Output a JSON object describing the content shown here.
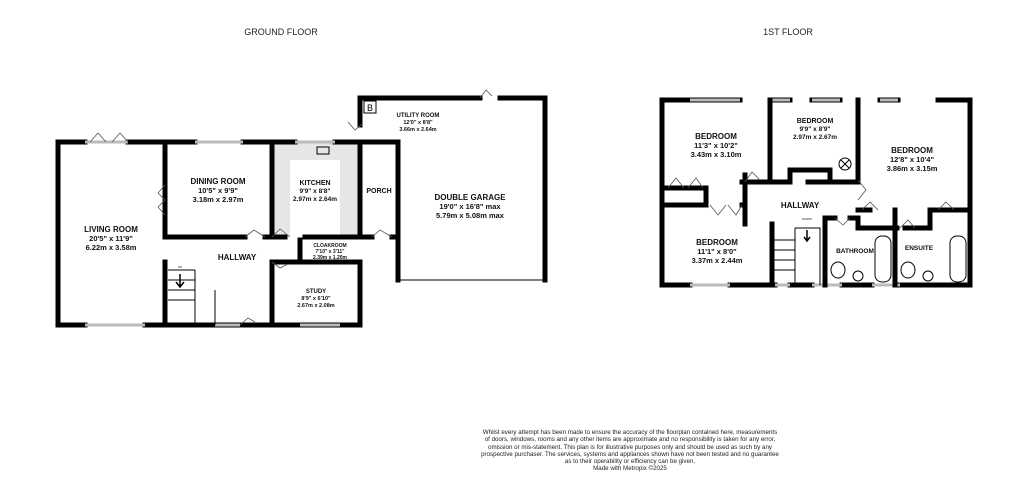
{
  "floors": {
    "ground": {
      "title": "GROUND FLOOR",
      "rooms": [
        {
          "name": "LIVING ROOM",
          "imperial": "20'5\" x 11'9\"",
          "metric": "6.22m x 3.58m"
        },
        {
          "name": "DINING ROOM",
          "imperial": "10'5\" x 9'9\"",
          "metric": "3.18m x 2.97m"
        },
        {
          "name": "KITCHEN",
          "imperial": "9'9\" x 8'8\"",
          "metric": "2.97m x 2.64m"
        },
        {
          "name": "UTILITY ROOM",
          "imperial": "12'0\" x 8'8\"",
          "metric": "3.66m x 2.64m"
        },
        {
          "name": "PORCH"
        },
        {
          "name": "DOUBLE GARAGE",
          "imperial": "19'0\" x 16'8\" max",
          "metric": "5.79m x 5.08m max"
        },
        {
          "name": "HALLWAY"
        },
        {
          "name": "CLOAKROOM",
          "imperial": "7'10\" x 3'11\"",
          "metric": "2.39m x 1.20m"
        },
        {
          "name": "STUDY",
          "imperial": "8'9\" x 6'10\"",
          "metric": "2.67m x 2.08m"
        }
      ],
      "stairs_label": "UP",
      "boiler_label": "B"
    },
    "first": {
      "title": "1ST FLOOR",
      "rooms": [
        {
          "name": "BEDROOM",
          "imperial": "11'3\" x 10'2\"",
          "metric": "3.43m x 3.10m"
        },
        {
          "name": "BEDROOM",
          "imperial": "9'9\" x 8'9\"",
          "metric": "2.97m x 2.67m"
        },
        {
          "name": "BEDROOM",
          "imperial": "12'8\" x 10'4\"",
          "metric": "3.86m x 3.15m"
        },
        {
          "name": "HALLWAY"
        },
        {
          "name": "BEDROOM",
          "imperial": "11'1\" x 8'0\"",
          "metric": "3.37m x 2.44m"
        },
        {
          "name": "BATHROOM"
        },
        {
          "name": "ENSUITE"
        }
      ],
      "stairs_label": "DOWN"
    }
  },
  "disclaimer": [
    "Whilst every attempt has been made to ensure the accuracy of the floorplan contained here, measurements",
    "of doors, windows, rooms and any other items are approximate and no responsibility is taken for any error,",
    "omission or mis-statement. This plan is for illustrative purposes only and should be used as such by any",
    "prospective purchaser. The services, systems and appliances shown have not been tested and no guarantee",
    "as to their operability or efficiency can be given.",
    "Made with Metropix ©2025"
  ]
}
